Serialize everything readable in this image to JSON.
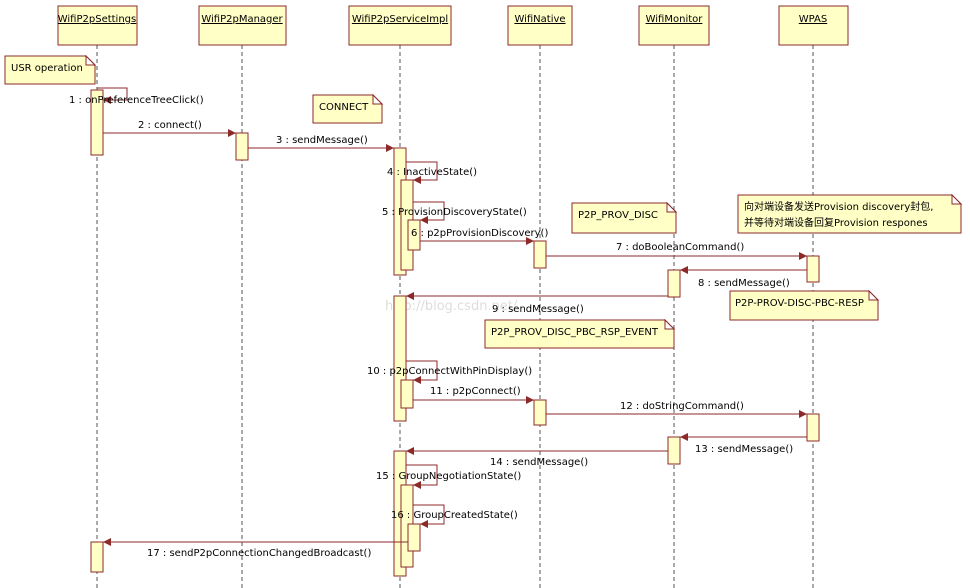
{
  "lifelines": [
    {
      "id": "settings",
      "label": "WifiP2pSettings"
    },
    {
      "id": "manager",
      "label": "WifiP2pManager"
    },
    {
      "id": "service",
      "label": "WifiP2pServiceImpl"
    },
    {
      "id": "native",
      "label": "WifiNative"
    },
    {
      "id": "monitor",
      "label": "WifiMonitor"
    },
    {
      "id": "wpas",
      "label": "WPAS"
    }
  ],
  "notes": [
    {
      "lines": [
        "USR operation"
      ]
    },
    {
      "lines": [
        "CONNECT"
      ]
    },
    {
      "lines": [
        "P2P_PROV_DISC"
      ]
    },
    {
      "lines": [
        "向对端设备发送Provision discovery封包,",
        "并等待对端设备回复Provision respones"
      ]
    },
    {
      "lines": [
        "P2P-PROV-DISC-PBC-RESP"
      ]
    },
    {
      "lines": [
        "P2P_PROV_DISC_PBC_RSP_EVENT"
      ]
    }
  ],
  "messages": [
    {
      "label": "1 : onPreferenceTreeClick()"
    },
    {
      "label": "2 : connect()"
    },
    {
      "label": "3 : sendMessage()"
    },
    {
      "label": "4 : InactiveState()"
    },
    {
      "label": "5 : ProvisionDiscoveryState()"
    },
    {
      "label": "6 : p2pProvisionDiscovery()"
    },
    {
      "label": "7 : doBooleanCommand()"
    },
    {
      "label": "8 : sendMessage()"
    },
    {
      "label": "9 : sendMessage()"
    },
    {
      "label": "10 : p2pConnectWithPinDisplay()"
    },
    {
      "label": "11 : p2pConnect()"
    },
    {
      "label": "12 : doStringCommand()"
    },
    {
      "label": "13 : sendMessage()"
    },
    {
      "label": "14 : sendMessage()"
    },
    {
      "label": "15 : GroupNegotiationState()"
    },
    {
      "label": "16 : GroupCreatedState()"
    },
    {
      "label": "17 : sendP2pConnectionChangedBroadcast()"
    }
  ],
  "watermark": "http://blog.csdn.net/"
}
